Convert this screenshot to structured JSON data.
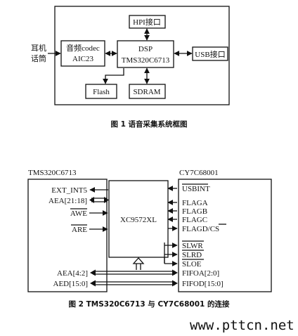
{
  "fig1": {
    "mic_label_1": "耳机",
    "mic_label_2": "话筒",
    "codec_1": "音频codec",
    "codec_2": "AIC23",
    "hpi": "HPI接口",
    "dsp_1": "DSP",
    "dsp_2": "TMS320C6713",
    "usb": "USB接口",
    "flash": "Flash",
    "sdram": "SDRAM",
    "caption": "图 1   语音采集系统框图"
  },
  "fig2": {
    "left_title": "TMS320C6713",
    "right_title": "CY7C68001",
    "center": "XC9572XL",
    "left_signals": [
      "EXT_INT5",
      "AEA[21:18]",
      "AWE",
      "ARE"
    ],
    "left_bottom": [
      "AEA[4:2]",
      "AED[15:0]"
    ],
    "right_signals": [
      "USBINT",
      "FLAGA",
      "FLAGB",
      "FLAGC",
      "FLAGD/CS"
    ],
    "right_controls": [
      "SLWR",
      "SLRD",
      "SLOE"
    ],
    "right_bottom": [
      "FIFOA[2:0]",
      "FIFOD[15:0]"
    ],
    "caption": "图 2   TMS320C6713 与 CY7C68001 的连接"
  },
  "watermark": "www.pttcn.net"
}
